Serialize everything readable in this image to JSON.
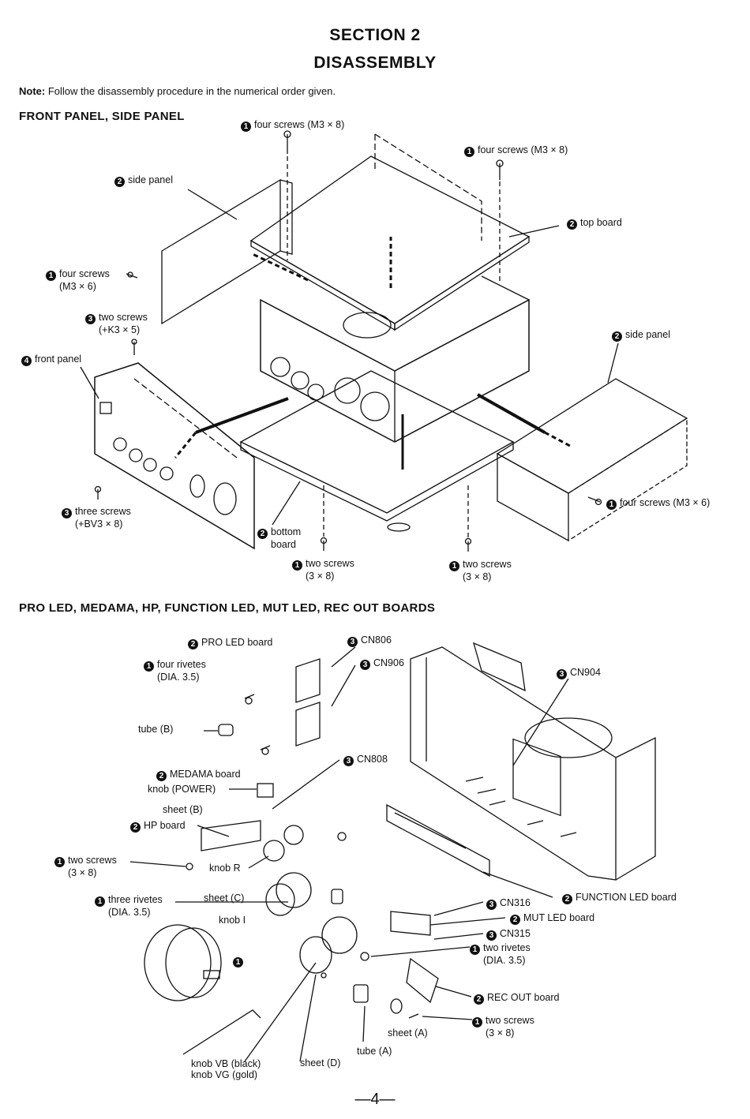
{
  "page": {
    "section": "SECTION 2",
    "title": "DISASSEMBLY",
    "note_label": "Note:",
    "note_text": "Follow the disassembly procedure in the numerical order given.",
    "page_number": "—4—"
  },
  "fig1": {
    "heading": "FRONT PANEL, SIDE PANEL",
    "labels": [
      {
        "num": "1",
        "text": "four screws (M3 × 8)",
        "sub": ""
      },
      {
        "num": "1",
        "text": "four screws (M3 × 8)",
        "sub": ""
      },
      {
        "num": "2",
        "text": "side panel",
        "sub": ""
      },
      {
        "num": "2",
        "text": "top board",
        "sub": ""
      },
      {
        "num": "1",
        "text": "four screws",
        "sub": "(M3 × 6)"
      },
      {
        "num": "3",
        "text": "two screws",
        "sub": "(+K3 × 5)"
      },
      {
        "num": "4",
        "text": "front panel",
        "sub": ""
      },
      {
        "num": "2",
        "text": "side panel",
        "sub": ""
      },
      {
        "num": "1",
        "text": "four screws (M3 × 6)",
        "sub": ""
      },
      {
        "num": "3",
        "text": "three screws",
        "sub": "(+BV3 × 8)"
      },
      {
        "num": "2",
        "text": "bottom",
        "sub": "board"
      },
      {
        "num": "1",
        "text": "two screws",
        "sub": "(3 × 8)"
      },
      {
        "num": "1",
        "text": "two screws",
        "sub": "(3 × 8)"
      }
    ]
  },
  "fig2": {
    "heading": "PRO LED, MEDAMA, HP, FUNCTION LED, MUT LED, REC OUT BOARDS",
    "labels": [
      {
        "num": "2",
        "text": "PRO LED board",
        "sub": ""
      },
      {
        "num": "3",
        "text": "CN806",
        "sub": ""
      },
      {
        "num": "1",
        "text": "four rivetes",
        "sub": "(DIA. 3.5)"
      },
      {
        "num": "3",
        "text": "CN906",
        "sub": ""
      },
      {
        "num": "3",
        "text": "CN904",
        "sub": ""
      },
      {
        "num": "",
        "text": "tube (B)",
        "sub": ""
      },
      {
        "num": "3",
        "text": "CN808",
        "sub": ""
      },
      {
        "num": "2",
        "text": "MEDAMA board",
        "sub": ""
      },
      {
        "num": "",
        "text": "knob (POWER)",
        "sub": ""
      },
      {
        "num": "",
        "text": "sheet (B)",
        "sub": ""
      },
      {
        "num": "2",
        "text": "HP board",
        "sub": ""
      },
      {
        "num": "1",
        "text": "two screws",
        "sub": "(3 × 8)"
      },
      {
        "num": "",
        "text": "knob R",
        "sub": ""
      },
      {
        "num": "1",
        "text": "three rivetes",
        "sub": "(DIA. 3.5)"
      },
      {
        "num": "",
        "text": "sheet (C)",
        "sub": ""
      },
      {
        "num": "",
        "text": "knob I",
        "sub": ""
      },
      {
        "num": "2",
        "text": "FUNCTION LED board",
        "sub": ""
      },
      {
        "num": "3",
        "text": "CN316",
        "sub": ""
      },
      {
        "num": "2",
        "text": "MUT LED board",
        "sub": ""
      },
      {
        "num": "3",
        "text": "CN315",
        "sub": ""
      },
      {
        "num": "1",
        "text": "two rivetes",
        "sub": "(DIA. 3.5)"
      },
      {
        "num": "1",
        "text": "",
        "sub": ""
      },
      {
        "num": "2",
        "text": "REC OUT board",
        "sub": ""
      },
      {
        "num": "1",
        "text": "two screws",
        "sub": "(3 × 8)"
      },
      {
        "num": "",
        "text": "sheet (A)",
        "sub": ""
      },
      {
        "num": "",
        "text": "tube (A)",
        "sub": ""
      },
      {
        "num": "",
        "text": "knob VB (black)",
        "sub": "knob VG (gold)"
      },
      {
        "num": "",
        "text": "sheet (D)",
        "sub": ""
      }
    ]
  }
}
